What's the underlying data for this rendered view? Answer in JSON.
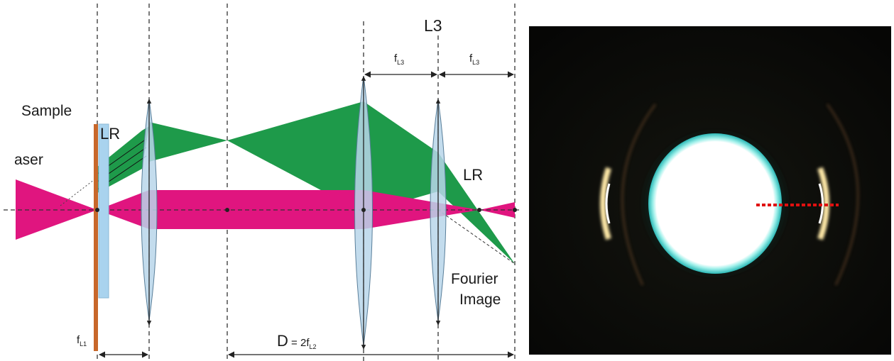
{
  "diagram": {
    "labels": {
      "laser": "aser",
      "sample": "Sample",
      "lr_left": "LR",
      "lr_right": "LR",
      "l3": "L3",
      "fourier_line1": "Fourier",
      "fourier_line2": "Image",
      "fl1_main": "f",
      "fl1_sub": "L1",
      "d_main": "D",
      "d_eq": " = 2f",
      "d_sub": "L2",
      "fl3_a_main": "f",
      "fl3_a_sub": "L3",
      "fl3_b_main": "f",
      "fl3_b_sub": "L3"
    },
    "colors": {
      "laser_beam": "#e0157f",
      "diffracted_beam": "#1e9a4a",
      "lens_fill": "#b8d6ea",
      "sample_plate": "#c8672a"
    }
  },
  "photo": {
    "colors": {
      "background": "#0c0c0a",
      "center_spot": "#ffffff",
      "center_ring": "#4fd6d0",
      "side_arcs": "#ffe9a8",
      "marker_line": "#e01010"
    }
  }
}
